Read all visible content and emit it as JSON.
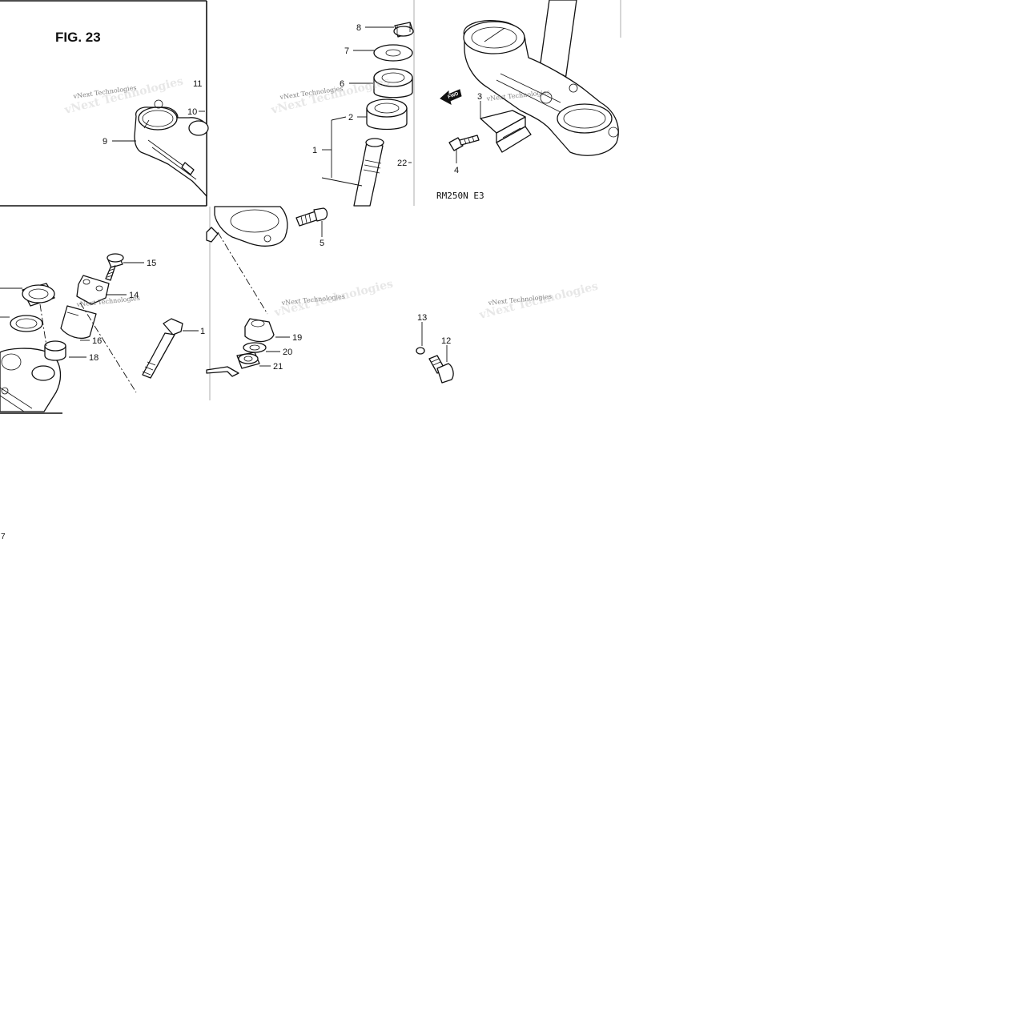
{
  "figure": {
    "title": "FIG. 23",
    "model_code": "RM250N E3",
    "fwd_label": "FWD",
    "watermark": "vNext Technologies",
    "page_number": "7"
  },
  "callouts": {
    "c1": "1",
    "c2": "2",
    "c3": "3",
    "c4": "4",
    "c5": "5",
    "c6": "6",
    "c7": "7",
    "c8": "8",
    "c9": "9",
    "c10": "10",
    "c11": "11",
    "c12": "12",
    "c13": "13",
    "c14": "14",
    "c15": "15",
    "c16": "16",
    "c17": "1",
    "c18": "18",
    "c19": "19",
    "c20": "20",
    "c21": "21",
    "c22": "22"
  }
}
